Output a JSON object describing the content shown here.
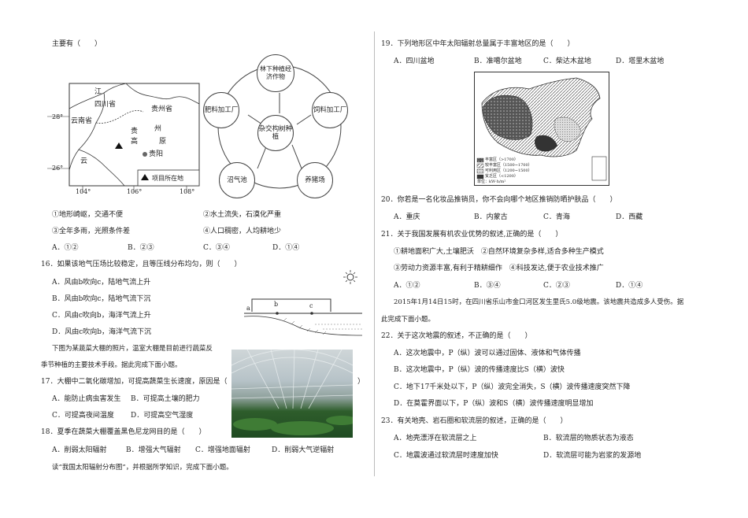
{
  "left": {
    "intro": "主要有（　　）",
    "map": {
      "labels": {
        "jiang": "江",
        "sichuan": "四川省",
        "guizhou": "贵州省",
        "yunnan": "云南省",
        "gui": "贵",
        "zhou": "州",
        "gao": "高",
        "yuan": "原",
        "yun": "云",
        "guiyang": "贵阳",
        "legend": "项目所在地"
      },
      "ticks_y": [
        "28°",
        "26°"
      ],
      "ticks_x": [
        "104°",
        "106°",
        "108°"
      ]
    },
    "cycle": {
      "top": "林下种植经济作物",
      "left": "肥料加工厂",
      "right": "饲料加工厂",
      "center": "杂交构树种植",
      "bottom_left": "沼气池",
      "bottom_right": "养猪场"
    },
    "q15_opts": [
      "①地形崎岖，交通不便",
      "②水土流失，石漠化严重",
      "③全年多雨，光照条件差",
      "④人口稠密，人均耕地少"
    ],
    "q15_choices": [
      "A．①②",
      "B．②③",
      "C．③④",
      "D．①④"
    ],
    "q16": "16．如果该地气压场比较稳定，且等压线分布均匀，则（　　）",
    "q16_opts": [
      "A．风由b吹向c，陆地气流上升",
      "B．风由b吹向c，陆地气流下沉",
      "C．风由c吹向b，海洋气流上升",
      "D．风由c吹向b，海洋气流下沉"
    ],
    "coast_labels": {
      "a": "a",
      "b": "b",
      "c": "c"
    },
    "gh_intro1": "下图为某蔬菜大棚的照片，温室大棚是目前进行蔬菜反",
    "gh_intro2": "季节种植的主要技术手段。据此完成下面小题。",
    "q17": "17．大棚中二氧化碳增加，可提高蔬菜生长速度，原因是（",
    "q17_close": "）",
    "q17_opts": [
      "A．能防止病虫害发生",
      "B．可提高土壤的肥力",
      "C．可提高夜间温度",
      "D．可提高空气湿度"
    ],
    "q18": "18．夏季在蔬菜大棚覆盖黑色尼龙网目的是（　　）",
    "q18_opts": [
      "A．削弱太阳辐射",
      "B．增强大气辐射",
      "C．增强地面辐射",
      "D．削弱大气逆辐射"
    ],
    "read_map": "读“我国太阳辐射分布图”，并根据所学知识，完成下面小题。"
  },
  "right": {
    "q19": "19．下列地形区中年太阳辐射总量属于丰富地区的是（　　）",
    "q19_opts": [
      "A．四川盆地",
      "B．准噶尔盆地",
      "C．柴达木盆地",
      "D．塔里木盆地"
    ],
    "map_legend": [
      "丰富区（>1700）",
      "较丰富区（1500~1700）",
      "可利用区（1200~1500）",
      "贫乏区（<1200）",
      "单位：kW·h/m²"
    ],
    "q20": "20．你若是一名化妆品推销员，你不会向哪个地区推销防晒护肤品（　　）",
    "q20_opts": [
      "A．重庆",
      "B．内蒙古",
      "C．青海",
      "D．西藏"
    ],
    "q21": "21．关于我国发展有机农业优势的叙述,正确的是（　　）",
    "q21_l1": "①耕地面积广大,土壤肥沃　②自然环境复杂多样,适合多种生产模式",
    "q21_l2": "③劳动力资源丰富,有利于精耕细作　④科技发达,便于农业技术推广",
    "q21_opts": [
      "A．①②",
      "B．③④",
      "C．②③",
      "D．①④"
    ],
    "quake1": "2015年1月14日15时，在四川省乐山市金口河区发生里氏5.0级地震。该地震共造成多人受伤。据",
    "quake2": "此完成下面小题。",
    "q22": "22．关于这次地震的叙述，不正确的是（　　）",
    "q22_opts": [
      "A．这次地震中，P（纵）波可以通过固体、液体和气体传播",
      "B．这次地震中，P（纵）波的传播速度比S（横）波快",
      "C．地下17千米处以下，P（纵）波完全消失，S（横）波传播速度突然下降",
      "D．在莫霍界面以下，P（纵）波和S（横）波传播速度明显增加"
    ],
    "q23": "23．有关地壳、岩石圈和软流层的叙述，正确的是（　　）",
    "q23_opts": [
      "A．地壳漂浮在软流层之上",
      "B．软流层的物质状态为液态",
      "C．地震波通过软流层时速度加快",
      "D．软流层可能为岩浆的发源地"
    ]
  }
}
